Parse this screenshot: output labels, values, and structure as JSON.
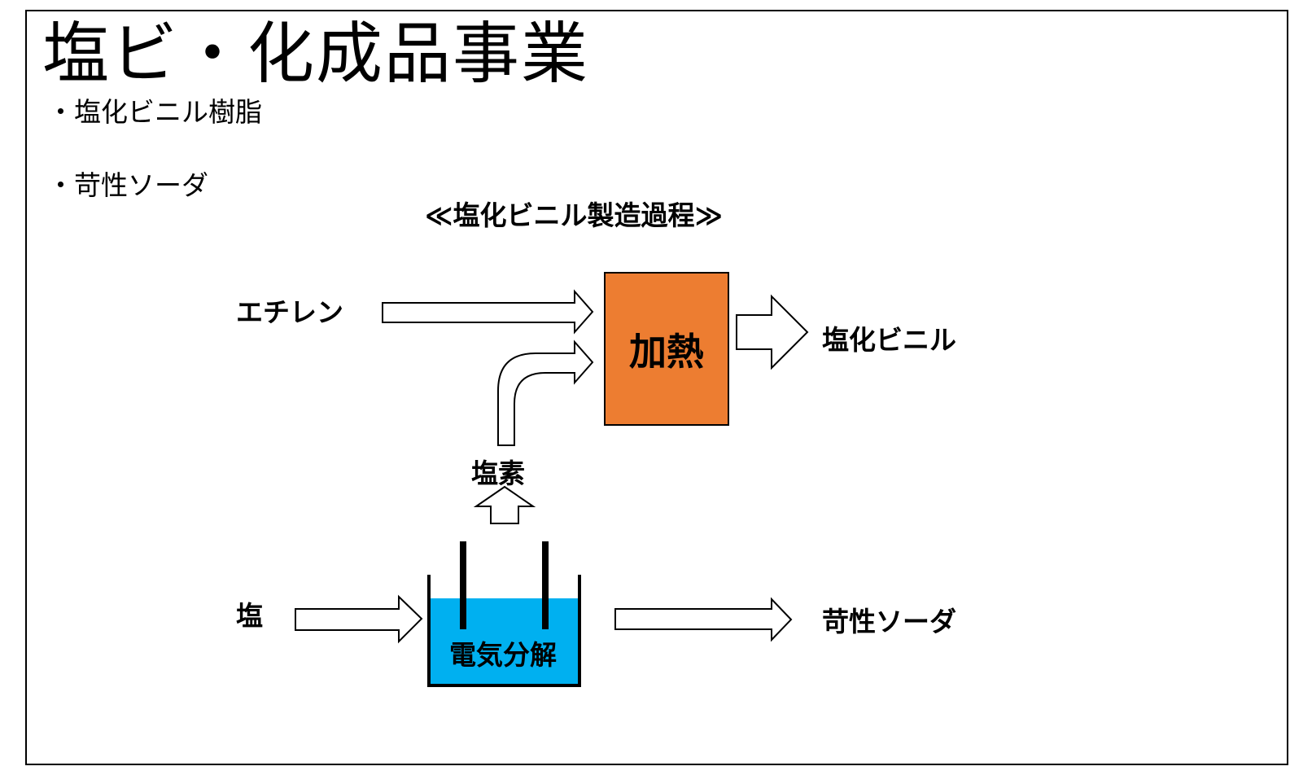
{
  "title": "塩ビ・化成品事業",
  "bullets": [
    "・塩化ビニル樹脂",
    "・苛性ソーダ"
  ],
  "diagram": {
    "title": "≪塩化ビニル製造過程≫",
    "inputs": {
      "ethylene": "エチレン",
      "salt": "塩",
      "chlorine": "塩素"
    },
    "process": {
      "heating": "加熱",
      "electrolysis": "電気分解"
    },
    "outputs": {
      "vinyl_chloride": "塩化ビニル",
      "caustic_soda": "苛性ソーダ"
    },
    "colors": {
      "heating_box": "#ED7D31",
      "electrolyte": "#00B0F0",
      "arrow_fill": "#ffffff",
      "outline": "#000000"
    }
  }
}
